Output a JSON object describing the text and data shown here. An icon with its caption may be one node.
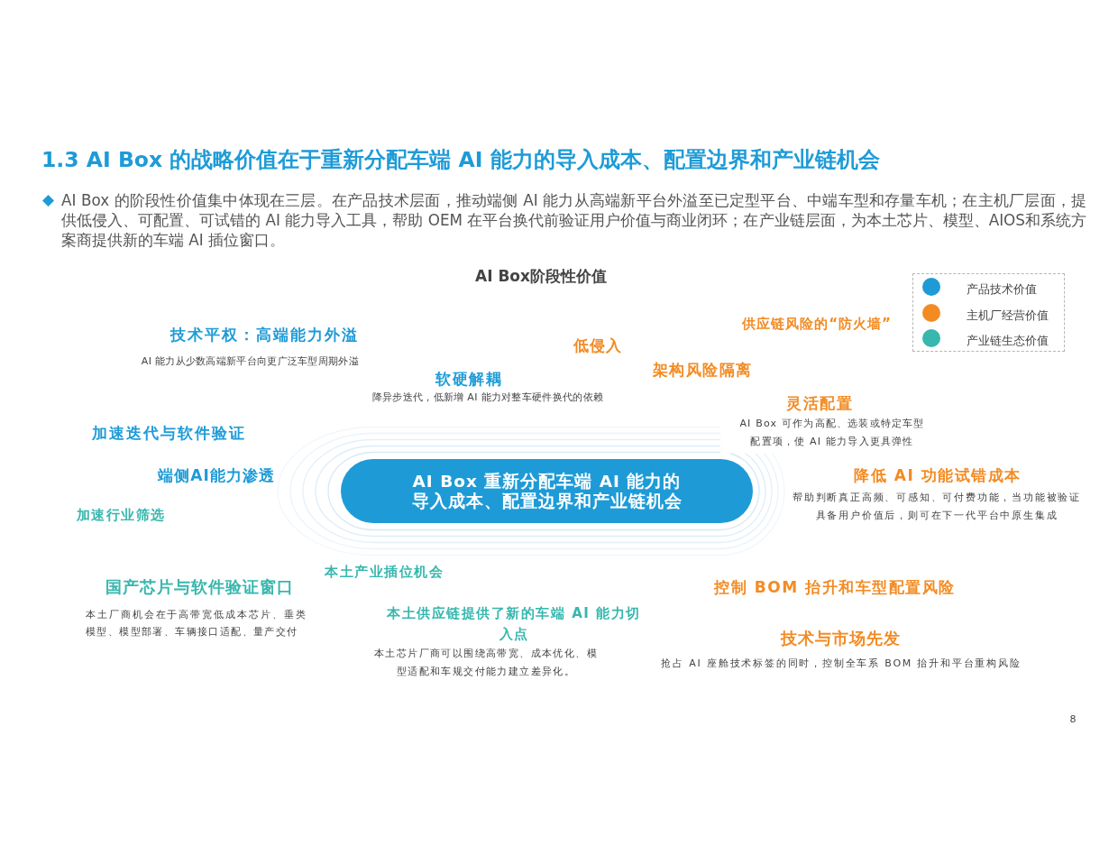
{
  "diagram": {
    "title": "1.3 AI Box 的战略价值在于重新分配车端 AI 能力的导入成本、配置边界和产业链机会",
    "nodes": [
      {
        "text": [
          "AI Box 重新分配车端 AI 能力的导入成本、配置边界和产业链机会"
        ]
      }
    ],
    "labels": [
      "AI Box 的阶段性价值集中体现在三层。在产品技术层面，推动端侧 AI 能力从高端新平台外溢至已定型平台、中端车型和存量车机；在主机厂层面，提供低侵入、可配置、可试错的 AI 能力导入工具，帮助 OEM 在平台换代前验证用户价值与商业闭环；在产业链层面，为本土芯片、模型、AIOS和系统方案商提供新的车端 AI 插位窗口。",
      "AI Box阶段性价值",
      "供应链风险的“防火墙”",
      "技术平权：高端能力外溢",
      "低侵入",
      "AI 能力从少数高端新平台向更广泛车型周期外溢",
      "架构风险隔离",
      "软硬解耦",
      "降异步迭代，低新增 AI 能力对整车硬件换代的依赖",
      "灵活配置",
      "AI Box 可作为高配、选装或特定车型配置项，使 AI 能力导入更具弹性",
      "加速迭代与软件验证",
      "端侧AI能力渗透",
      "降低 AI 功能试错成本",
      "帮助判断真正高频、可感知、可付费功能，当功能被验证具备用户价值后，则可在下一代平台中原生集成",
      "加速行业筛选",
      "本土产业插位机会",
      "国产芯片与软件验证窗口",
      "控制 BOM 抬升和车型配置风险",
      "本土厂商机会在于高带宽低成本芯片、垂类模型、模型部署、车辆接口适配、量产交付",
      "本土供应链提供了新的车端 AI 能力切入点",
      "技术与市场先发",
      "本土芯片厂商可以围绕高带宽、成本优化、模型适配和车规交付能力建立差异化。",
      "抢占 AI 座舱技术标签的同时，控制全车系 BOM 抬升和平台重构风险",
      "8"
    ],
    "legend": [
      {
        "text": "产品技术价值",
        "color": "#1e9bd7"
      },
      {
        "text": "主机厂经营价值",
        "color": "#f38b23"
      },
      {
        "text": "产业链生态价值",
        "color": "#37b7ae"
      }
    ]
  }
}
